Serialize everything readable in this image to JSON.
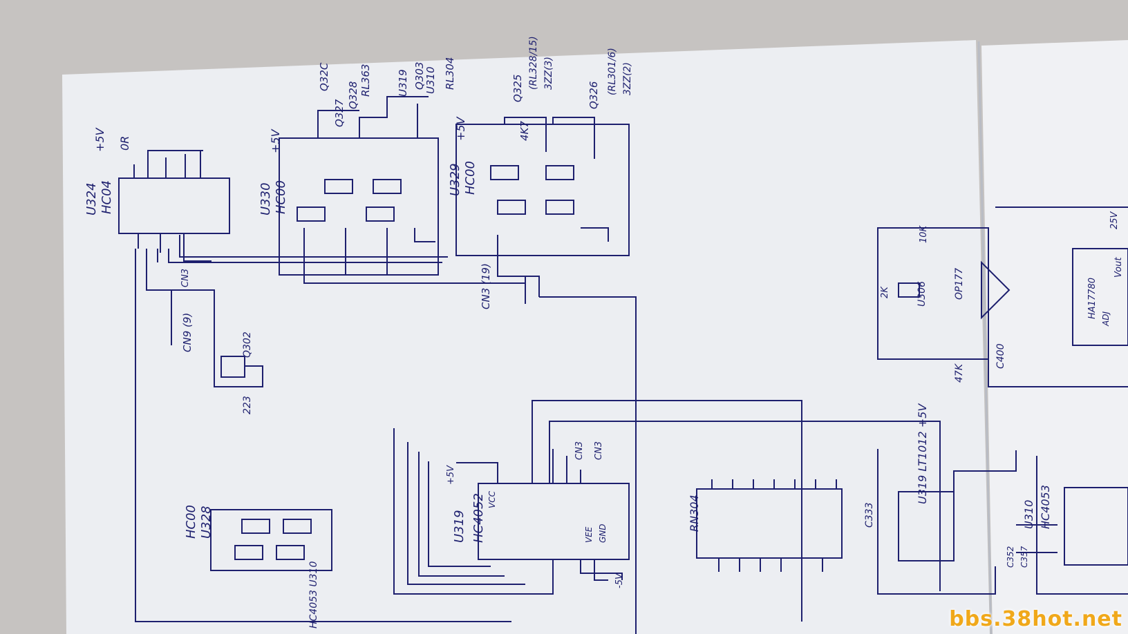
{
  "photo": {
    "ink_color": "#1d1f6e",
    "paper_color": "#eceef2",
    "background_color": "#c9c6c4"
  },
  "labels": {
    "u324": "U324",
    "u324_part": "HC04",
    "u324_supply": "+5V",
    "u324_res": "0R",
    "u330": "U330",
    "u330_part": "HC00",
    "u330_supply": "+5V",
    "u329": "U329",
    "u329_part": "HC00",
    "u329_supply": "+5V",
    "res_4k7": "4K7",
    "q327": "Q327",
    "q328": "Q328",
    "q328_note": "RL363",
    "q326_note": "Q32C",
    "u319_top": "U319",
    "u310_top": "U310",
    "u303_note": "Q303",
    "rl304_note": "RL304",
    "q325": "Q325",
    "rl328": "(RL328/15)",
    "sub325": "3ZZ(3)",
    "q326": "Q326",
    "rl301": "(RL301/6)",
    "sub326": "3ZZ(2)",
    "cn13_a": "CN3 (19)",
    "cn13_b": "CN3",
    "cn9": "CN9 (9)",
    "q302": "Q302",
    "r223": "223",
    "hc00": "HC00",
    "u328": "U328",
    "u319": "U319",
    "u319_part": "HC4052",
    "vcc": "VCC",
    "gnd": "GND",
    "vee": "VEE",
    "cn13_c": "CN3",
    "cn43": "CN3",
    "minus5v": "-5V",
    "plus5v": "+5V",
    "rn": "RN304",
    "c333": "C333",
    "u359": "U319 LT1012 +5V",
    "r10k": "10K",
    "r2k": "2K",
    "u306": "U306",
    "op": "OP177",
    "r47k": "47K",
    "c400": "C400",
    "u310": "U310",
    "u310_part": "HC4053",
    "c357": "C357",
    "c352": "C352",
    "hc4053_side": "HC4053 U310",
    "vout": "Vout",
    "part780": "HA17780",
    "adj": "ADJ",
    "v25": "25V"
  },
  "watermark": "bbs.38hot.net"
}
